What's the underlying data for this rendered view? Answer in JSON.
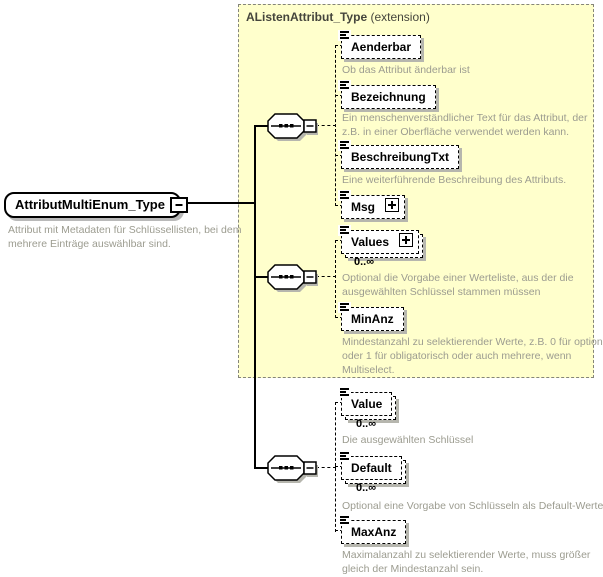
{
  "root": {
    "name": "AttributMultiEnum_Type",
    "description": "Attribut mit Metadaten für Schlüssellisten, bei dem mehrere Einträge auswählbar sind."
  },
  "extension_box": {
    "title": "AListenAttribut_Type",
    "suffix": " (extension)"
  },
  "elements": [
    {
      "name": "Aenderbar",
      "description": "Ob das Attribut änderbar ist"
    },
    {
      "name": "Bezeichnung",
      "description": "Ein menschenverständlicher Text für das Attribut, der z.B. in einer Oberfläche verwendet werden kann."
    },
    {
      "name": "BeschreibungTxt",
      "description": "Eine weiterführende Beschreibung des Attributs."
    },
    {
      "name": "Msg",
      "description": ""
    },
    {
      "name": "Values",
      "occurrence": "0..∞",
      "description": "Optional die Vorgabe einer Werteliste, aus der die ausgewählten Schlüssel stammen müssen"
    },
    {
      "name": "MinAnz",
      "description": "Mindestanzahl zu selektierender Werte, z.B. 0 für optional oder 1 für obligatorisch oder auch mehrere, wenn Multiselect."
    },
    {
      "name": "Value",
      "occurrence": "0..∞",
      "description": "Die ausgewählten Schlüssel"
    },
    {
      "name": "Default",
      "occurrence": "0..∞",
      "description": "Optional eine Vorgabe von Schlüsseln als Default-Werte"
    },
    {
      "name": "MaxAnz",
      "description": "Maximalanzahl zu selektierender Werte, muss größer gleich der Mindestanzahl sein."
    }
  ],
  "colors": {
    "extension_fill": "#ffffcc",
    "description_text": "#9c9c90",
    "shadow": "#b6b6ae"
  }
}
